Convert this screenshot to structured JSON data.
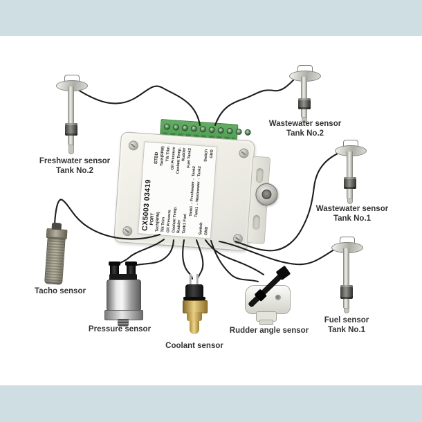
{
  "device": {
    "model": "CX5003 03419",
    "columns": [
      "PORT",
      "STBD"
    ],
    "pins": [
      {
        "port": "Tach(RPM)",
        "stbd": "Tach(RPM)"
      },
      {
        "port": "Tilt Trim",
        "stbd": "Tilt Trim"
      },
      {
        "port": "Oil Pressure",
        "stbd": "Oil Pressure"
      },
      {
        "port": "Coolant Temp.",
        "stbd": "Coolant Temp."
      },
      {
        "port": "Rudder",
        "stbd": "Rudder"
      },
      {
        "port": "Tank1 Fuel",
        "stbd": "Fuel Tank2"
      },
      {
        "span": "Tank1 ←Freshwater→ Tank2"
      },
      {
        "span": "Tank1 ←Wastewater→ Tank2"
      },
      {
        "port": "Switch",
        "stbd": "Switch"
      },
      {
        "port": "GND",
        "stbd": "GND"
      }
    ]
  },
  "sensors": {
    "freshwater": {
      "name": "Freshwater sensor",
      "tank": "Tank No.2"
    },
    "wastewater2": {
      "name": "Wastewater sensor",
      "tank": "Tank No.2"
    },
    "wastewater1": {
      "name": "Wastewater sensor",
      "tank": "Tank No.1"
    },
    "fuel": {
      "name": "Fuel sensor",
      "tank": "Tank No.1"
    },
    "tacho": {
      "name": "Tacho sensor"
    },
    "pressure": {
      "name": "Pressure sensor"
    },
    "coolant": {
      "name": "Coolant sensor"
    },
    "rudder": {
      "name": "Rudder angle sensor"
    }
  },
  "colors": {
    "band": "#cfdee2",
    "terminal_block": "#4d9a50",
    "enclosure": "#efeee7",
    "wire": "#1e1e1e"
  }
}
